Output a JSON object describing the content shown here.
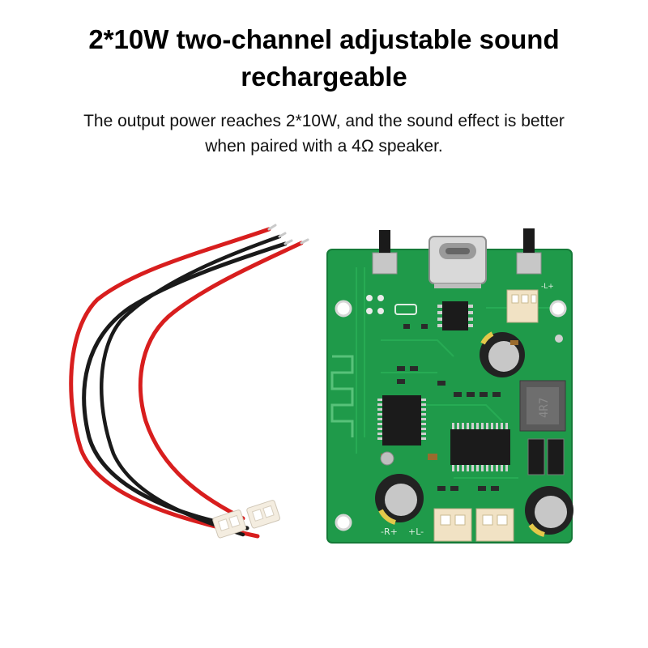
{
  "header": {
    "title_line1": "2*10W two-channel adjustable sound",
    "title_line2": "rechargeable",
    "subtitle_line1": "The output power reaches 2*10W, and the sound effect is better",
    "subtitle_line2": "when paired with a 4Ω speaker."
  },
  "board": {
    "inductor_label": "4R7",
    "label_right_minus": "-R+",
    "label_left_plus": "+L-",
    "label_small": "-L+"
  },
  "colors": {
    "pcb": "#1f9a4a",
    "pcb_edge": "#157a38",
    "wire_red": "#d81e1e",
    "wire_black": "#1a1a1a",
    "connector": "#f1e2c4"
  }
}
